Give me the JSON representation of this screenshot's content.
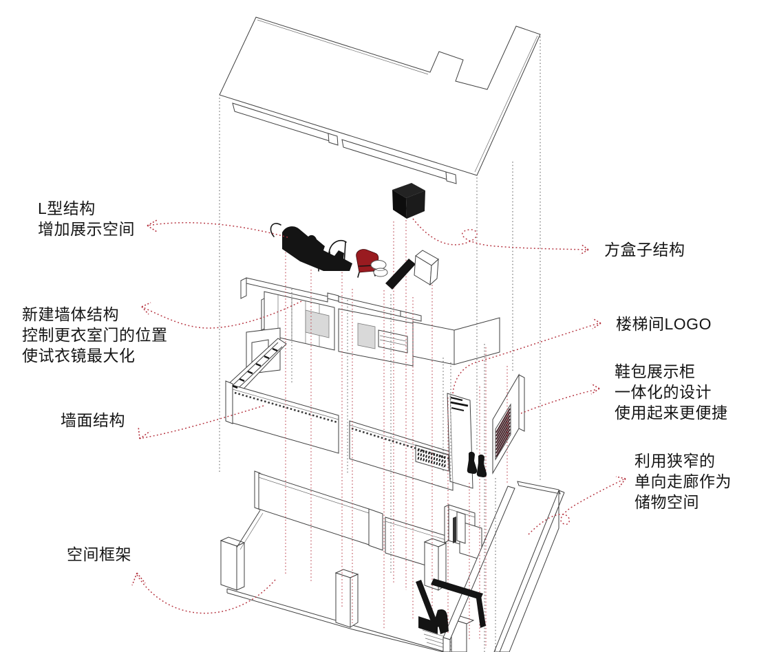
{
  "diagram": {
    "kind": "exploded-axonometric-retail-space",
    "colors": {
      "annotation_red": "#b5333f",
      "furniture_black": "#141414",
      "chair_red": "#991b20",
      "mirror_panel_gray": "#d9d9d9",
      "line_gray": "#3f3f3f"
    }
  },
  "labels": {
    "left": [
      {
        "id": "l-structure",
        "lines": [
          "L型结构",
          "增加展示空间"
        ]
      },
      {
        "id": "new-wall",
        "lines": [
          "新建墙体结构",
          "控制更衣室门的位置",
          "使试衣镜最大化"
        ]
      },
      {
        "id": "wall-surface",
        "lines": [
          "墙面结构"
        ]
      },
      {
        "id": "space-frame",
        "lines": [
          "空间框架"
        ]
      }
    ],
    "right": [
      {
        "id": "box-structure",
        "lines": [
          "方盒子结构"
        ]
      },
      {
        "id": "stair-logo",
        "lines": [
          "楼梯间LOGO"
        ]
      },
      {
        "id": "shoe-display",
        "lines": [
          "鞋包展示柜",
          "一体化的设计",
          "使用起来更便捷"
        ]
      },
      {
        "id": "corridor-storage",
        "lines": [
          "利用狭窄的",
          "单向走廊作为",
          "储物空间"
        ]
      }
    ]
  }
}
